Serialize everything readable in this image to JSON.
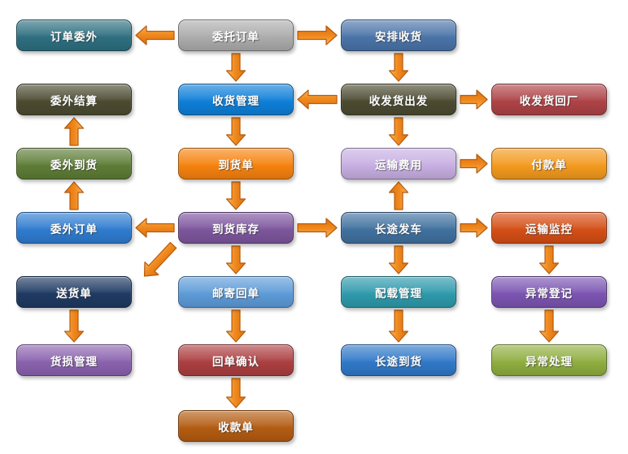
{
  "palette": {
    "background": "#FFFFFF",
    "arrow_fill_light": "#F9B45C",
    "arrow_fill": "#F08A1E",
    "arrow_fill_dark": "#DD6E0E",
    "arrow_stroke": "#B55B0E"
  },
  "nodes": [
    {
      "id": "order-outsourcing",
      "label": "订单委外",
      "color": "#2E6F80"
    },
    {
      "id": "entrust-order",
      "label": "委托订单",
      "color": "#ACACAC"
    },
    {
      "id": "arrange-receiving",
      "label": "安排收货",
      "color": "#4A74A8"
    },
    {
      "id": "outsourcing-settlement",
      "label": "委外结算",
      "color": "#4C4B31"
    },
    {
      "id": "receiving-management",
      "label": "收货管理",
      "color": "#0E7FD8"
    },
    {
      "id": "dispatch-departure",
      "label": "收发货出发",
      "color": "#4C4B31"
    },
    {
      "id": "dispatch-return-factory",
      "label": "收发货回厂",
      "color": "#AE4347"
    },
    {
      "id": "outsourcing-arrival",
      "label": "委外到货",
      "color": "#5E7D37"
    },
    {
      "id": "arrival-note",
      "label": "到货单",
      "color": "#F5820F"
    },
    {
      "id": "transport-expense",
      "label": "运输费用",
      "color": "#C7AFE2"
    },
    {
      "id": "payment-note",
      "label": "付款单",
      "color": "#F39A1E"
    },
    {
      "id": "outsourcing-order",
      "label": "委外订单",
      "color": "#2F7CD0"
    },
    {
      "id": "arrival-inventory",
      "label": "到货库存",
      "color": "#7D569D"
    },
    {
      "id": "longhaul-departure",
      "label": "长途发车",
      "color": "#41719F"
    },
    {
      "id": "transport-monitoring",
      "label": "运输监控",
      "color": "#D54E16"
    },
    {
      "id": "delivery-note",
      "label": "送货单",
      "color": "#1F3A63"
    },
    {
      "id": "mail-receipt",
      "label": "邮寄回单",
      "color": "#5D9BD8"
    },
    {
      "id": "load-management",
      "label": "配载管理",
      "color": "#2E9AAC"
    },
    {
      "id": "exception-registration",
      "label": "异常登记",
      "color": "#7C55B2"
    },
    {
      "id": "damage-management",
      "label": "货损管理",
      "color": "#8A62AE"
    },
    {
      "id": "receipt-confirmation",
      "label": "回单确认",
      "color": "#AC3F41"
    },
    {
      "id": "longhaul-arrival",
      "label": "长途到货",
      "color": "#3079C8"
    },
    {
      "id": "exception-handling",
      "label": "异常处理",
      "color": "#8FAE3F"
    },
    {
      "id": "collection-note",
      "label": "收款单",
      "color": "#B35C12"
    }
  ],
  "flow": [
    {
      "from": "entrust-order",
      "to": "order-outsourcing",
      "dir": "left"
    },
    {
      "from": "entrust-order",
      "to": "arrange-receiving",
      "dir": "right"
    },
    {
      "from": "entrust-order",
      "to": "receiving-management",
      "dir": "down"
    },
    {
      "from": "arrange-receiving",
      "to": "dispatch-departure",
      "dir": "down"
    },
    {
      "from": "dispatch-departure",
      "to": "receiving-management",
      "dir": "left"
    },
    {
      "from": "dispatch-departure",
      "to": "dispatch-return-factory",
      "dir": "right"
    },
    {
      "from": "dispatch-departure",
      "to": "transport-expense",
      "dir": "down"
    },
    {
      "from": "receiving-management",
      "to": "arrival-note",
      "dir": "down"
    },
    {
      "from": "arrival-note",
      "to": "arrival-inventory",
      "dir": "down"
    },
    {
      "from": "transport-expense",
      "to": "payment-note",
      "dir": "right"
    },
    {
      "from": "longhaul-departure",
      "to": "transport-expense",
      "dir": "up"
    },
    {
      "from": "arrival-inventory",
      "to": "outsourcing-order",
      "dir": "left"
    },
    {
      "from": "arrival-inventory",
      "to": "longhaul-departure",
      "dir": "right"
    },
    {
      "from": "longhaul-departure",
      "to": "transport-monitoring",
      "dir": "right"
    },
    {
      "from": "outsourcing-order",
      "to": "outsourcing-arrival",
      "dir": "up"
    },
    {
      "from": "outsourcing-arrival",
      "to": "outsourcing-settlement",
      "dir": "up"
    },
    {
      "from": "arrival-inventory",
      "to": "delivery-note",
      "dir": "down-left"
    },
    {
      "from": "arrival-inventory",
      "to": "mail-receipt",
      "dir": "down"
    },
    {
      "from": "longhaul-departure",
      "to": "load-management",
      "dir": "down"
    },
    {
      "from": "transport-monitoring",
      "to": "exception-registration",
      "dir": "down"
    },
    {
      "from": "delivery-note",
      "to": "damage-management",
      "dir": "down"
    },
    {
      "from": "mail-receipt",
      "to": "receipt-confirmation",
      "dir": "down"
    },
    {
      "from": "load-management",
      "to": "longhaul-arrival",
      "dir": "down"
    },
    {
      "from": "exception-registration",
      "to": "exception-handling",
      "dir": "down"
    },
    {
      "from": "receipt-confirmation",
      "to": "collection-note",
      "dir": "down"
    }
  ]
}
